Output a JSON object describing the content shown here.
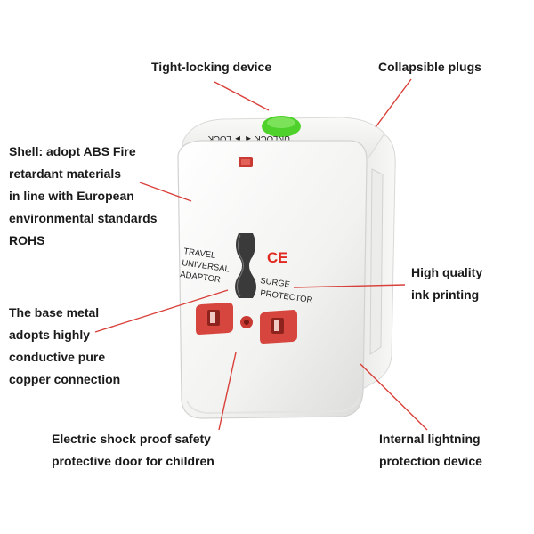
{
  "callouts": {
    "tight_locking": "Tight-locking device",
    "collapsible": "Collapsible plugs",
    "shell": [
      "Shell: adopt ABS Fire",
      "retardant materials",
      "in line with European",
      "environmental standards",
      "ROHS"
    ],
    "printing": [
      "High quality",
      "ink printing"
    ],
    "base_metal": [
      "The base metal",
      "adopts highly",
      "conductive pure",
      "copper connection"
    ],
    "shock_proof": [
      "Electric shock proof safety",
      "protective door for children"
    ],
    "lightning": [
      "Internal lightning",
      "protection device"
    ]
  },
  "device": {
    "front_text": [
      "TRAVEL",
      "UNIVERSAL",
      "ADAPTOR"
    ],
    "surge_text": [
      "SURGE",
      "PROTECTOR"
    ],
    "ce_mark": "CE",
    "top_text": "UNLOCK ◄ ► LOCK"
  },
  "colors": {
    "callout_line": "#d9403a",
    "body": "#f3f3f1",
    "lock_button": "#4fd12b",
    "socket_red": "#d7463e",
    "ce_red": "#e02a20"
  }
}
